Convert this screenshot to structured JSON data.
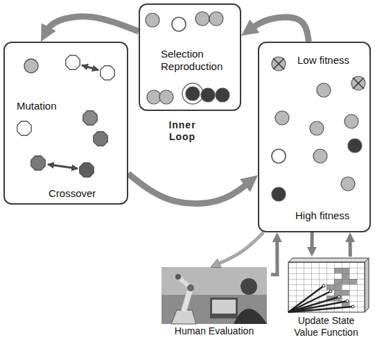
{
  "diagram": {
    "nodes": [
      {
        "text": [
          "Selection Reproduction"
        ]
      },
      {
        "text": [
          "Mutation",
          "Crossover"
        ]
      },
      {
        "text": [
          "Low fitness",
          "High fitness"
        ]
      },
      {
        "text": [
          "Human Evaluation"
        ]
      },
      {
        "text": [
          "Update State Value Function"
        ]
      }
    ],
    "edges": [
      {
        "from": 0,
        "to": 1,
        "arrow": "to"
      },
      {
        "from": 1,
        "to": 2,
        "arrow": "to"
      },
      {
        "from": 2,
        "to": 0,
        "arrow": "to"
      },
      {
        "from": 2,
        "to": 3,
        "arrow": "to"
      },
      {
        "from": 3,
        "to": 2,
        "arrow": "to"
      },
      {
        "from": 2,
        "to": 4,
        "arrow": "to"
      },
      {
        "from": 4,
        "to": 2,
        "arrow": "to"
      }
    ],
    "labels": [
      "Inner Loop"
    ]
  }
}
